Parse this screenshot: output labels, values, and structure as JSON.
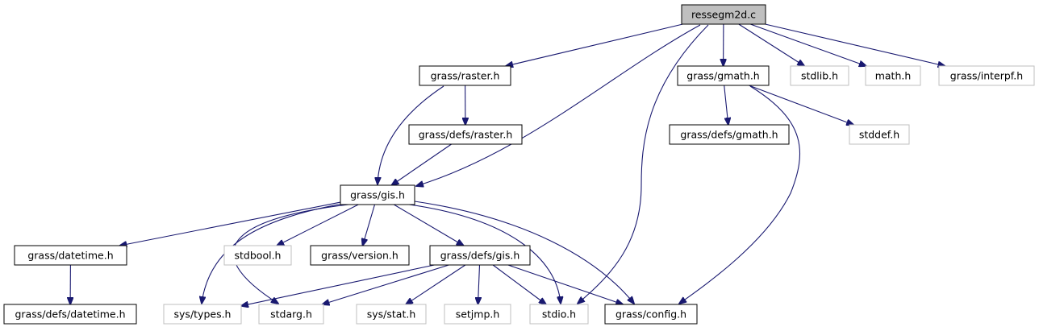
{
  "colors": {
    "edge": "#191970",
    "node_border": "#000000",
    "node_border_external": "#bfbfbf",
    "root_fill": "#bfbfbf",
    "node_fill": "#ffffff",
    "text": "#000000"
  },
  "nodes": [
    {
      "id": "root",
      "label": "ressegm2d.c",
      "kind": "root"
    },
    {
      "id": "raster",
      "label": "grass/raster.h",
      "kind": "documented"
    },
    {
      "id": "gmath",
      "label": "grass/gmath.h",
      "kind": "documented"
    },
    {
      "id": "stdlib",
      "label": "stdlib.h",
      "kind": "external"
    },
    {
      "id": "math",
      "label": "math.h",
      "kind": "external"
    },
    {
      "id": "interpf",
      "label": "grass/interpf.h",
      "kind": "external"
    },
    {
      "id": "defsraster",
      "label": "grass/defs/raster.h",
      "kind": "documented"
    },
    {
      "id": "defsgmath",
      "label": "grass/defs/gmath.h",
      "kind": "documented"
    },
    {
      "id": "stddef",
      "label": "stddef.h",
      "kind": "external"
    },
    {
      "id": "gis",
      "label": "grass/gis.h",
      "kind": "documented"
    },
    {
      "id": "datetime",
      "label": "grass/datetime.h",
      "kind": "documented"
    },
    {
      "id": "stdbool",
      "label": "stdbool.h",
      "kind": "external"
    },
    {
      "id": "version",
      "label": "grass/version.h",
      "kind": "documented"
    },
    {
      "id": "defsgis",
      "label": "grass/defs/gis.h",
      "kind": "documented"
    },
    {
      "id": "defsdatetime",
      "label": "grass/defs/datetime.h",
      "kind": "documented"
    },
    {
      "id": "systypes",
      "label": "sys/types.h",
      "kind": "external"
    },
    {
      "id": "stdarg",
      "label": "stdarg.h",
      "kind": "external"
    },
    {
      "id": "sysstat",
      "label": "sys/stat.h",
      "kind": "external"
    },
    {
      "id": "setjmp",
      "label": "setjmp.h",
      "kind": "external"
    },
    {
      "id": "stdio",
      "label": "stdio.h",
      "kind": "external"
    },
    {
      "id": "config",
      "label": "grass/config.h",
      "kind": "documented"
    }
  ],
  "edges": [
    {
      "from": "root",
      "to": "raster"
    },
    {
      "from": "root",
      "to": "gis"
    },
    {
      "from": "root",
      "to": "stdio"
    },
    {
      "from": "root",
      "to": "gmath"
    },
    {
      "from": "root",
      "to": "stdlib"
    },
    {
      "from": "root",
      "to": "math"
    },
    {
      "from": "root",
      "to": "interpf"
    },
    {
      "from": "raster",
      "to": "defsraster"
    },
    {
      "from": "raster",
      "to": "gis"
    },
    {
      "from": "defsraster",
      "to": "gis"
    },
    {
      "from": "gmath",
      "to": "defsgmath"
    },
    {
      "from": "gmath",
      "to": "stddef"
    },
    {
      "from": "gmath",
      "to": "config"
    },
    {
      "from": "gis",
      "to": "datetime"
    },
    {
      "from": "gis",
      "to": "systypes"
    },
    {
      "from": "gis",
      "to": "stdarg"
    },
    {
      "from": "gis",
      "to": "stdbool"
    },
    {
      "from": "gis",
      "to": "version"
    },
    {
      "from": "gis",
      "to": "defsgis"
    },
    {
      "from": "gis",
      "to": "stdio"
    },
    {
      "from": "gis",
      "to": "config"
    },
    {
      "from": "datetime",
      "to": "defsdatetime"
    },
    {
      "from": "defsgis",
      "to": "systypes"
    },
    {
      "from": "defsgis",
      "to": "stdarg"
    },
    {
      "from": "defsgis",
      "to": "sysstat"
    },
    {
      "from": "defsgis",
      "to": "setjmp"
    },
    {
      "from": "defsgis",
      "to": "stdio"
    },
    {
      "from": "defsgis",
      "to": "config"
    }
  ]
}
